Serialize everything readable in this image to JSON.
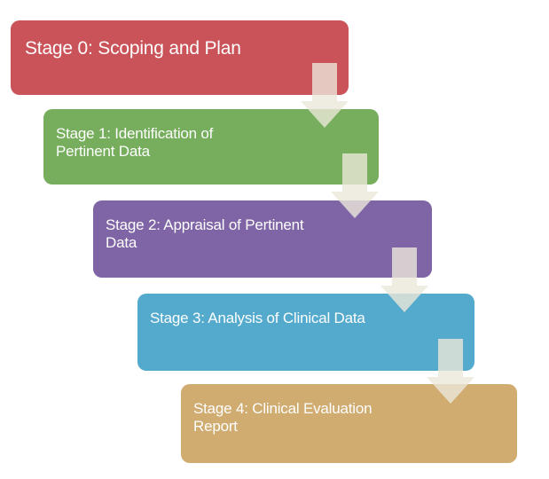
{
  "diagram": {
    "type": "staircase-process-flow",
    "stages": [
      {
        "label": "Stage 0: Scoping and Plan",
        "color": "#CA5359"
      },
      {
        "label": "Stage 1: Identification of\nPertinent Data",
        "color": "#77AE5D"
      },
      {
        "label": "Stage 2: Appraisal of Pertinent\nData",
        "color": "#7F65A5"
      },
      {
        "label": "Stage 3: Analysis of Clinical Data",
        "color": "#54AACD"
      },
      {
        "label": "Stage 4: Clinical Evaluation\nReport",
        "color": "#D0AC70"
      }
    ],
    "arrow": {
      "direction": "down",
      "color": "#EBE7D9",
      "opacity": 0.8,
      "count": 4
    },
    "text_color": "#FDFDFD",
    "background_color": "#FFFFFF"
  }
}
